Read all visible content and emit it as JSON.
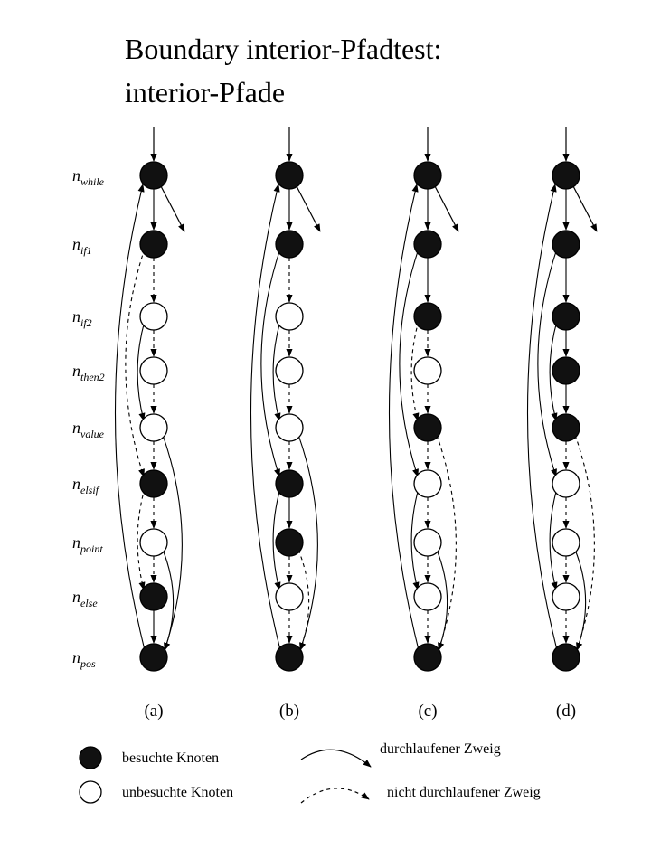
{
  "title": {
    "line1": "Boundary interior-Pfadtest:",
    "line2": "interior-Pfade"
  },
  "node_labels": [
    {
      "base": "n",
      "sub": "while"
    },
    {
      "base": "n",
      "sub": "if1"
    },
    {
      "base": "n",
      "sub": "if2"
    },
    {
      "base": "n",
      "sub": "then2"
    },
    {
      "base": "n",
      "sub": "value"
    },
    {
      "base": "n",
      "sub": "elsif"
    },
    {
      "base": "n",
      "sub": "point"
    },
    {
      "base": "n",
      "sub": "else"
    },
    {
      "base": "n",
      "sub": "pos"
    }
  ],
  "panels": [
    {
      "caption": "(a)",
      "visited": [
        "while",
        "if1",
        "elsif",
        "else",
        "pos"
      ]
    },
    {
      "caption": "(b)",
      "visited": [
        "while",
        "if1",
        "elsif",
        "point",
        "pos"
      ]
    },
    {
      "caption": "(c)",
      "visited": [
        "while",
        "if1",
        "if2",
        "value",
        "pos"
      ]
    },
    {
      "caption": "(d)",
      "visited": [
        "while",
        "if1",
        "if2",
        "then2",
        "value",
        "pos"
      ]
    }
  ],
  "legend": {
    "visited_node": "besuchte Knoten",
    "unvisited_node": "unbesuchte Knoten",
    "taken_branch": "durchlaufener Zweig",
    "not_taken_branch": "nicht durchlaufener Zweig"
  },
  "colors": {
    "visited_fill": "#111111",
    "unvisited_fill": "#ffffff",
    "stroke": "#000000"
  }
}
